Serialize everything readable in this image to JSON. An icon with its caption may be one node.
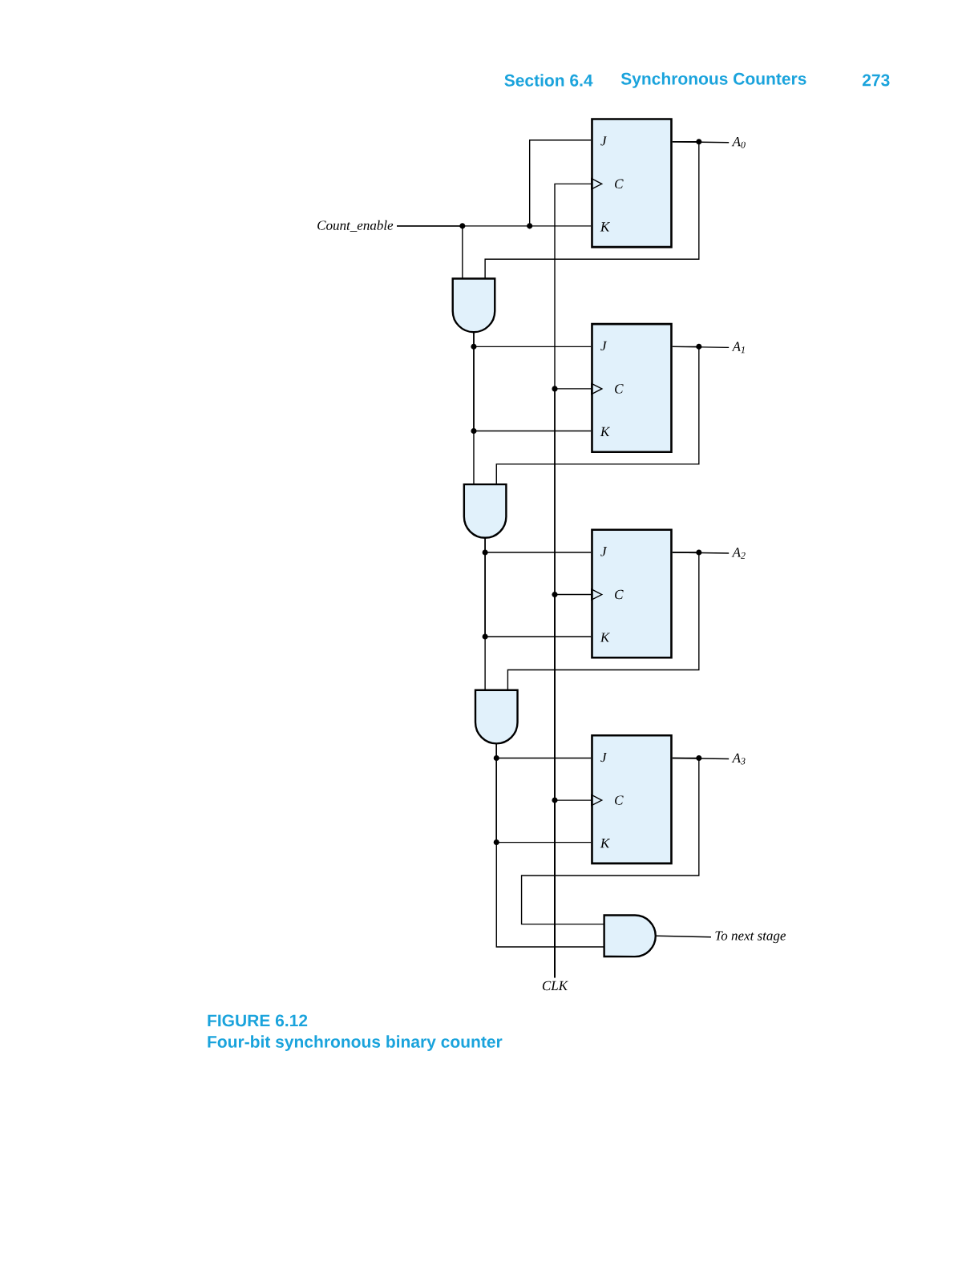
{
  "diagram": {
    "caption": "Four-bit synchronous binary counter",
    "nodes": [
      {
        "text": [
          "Count_enable"
        ]
      },
      {
        "text": [
          "J",
          "C",
          "K"
        ]
      },
      {
        "text": [
          "A$_{0}$"
        ]
      },
      {
        "text": [],
        "shape": "gate"
      },
      {
        "text": [
          "J",
          "C",
          "K"
        ]
      },
      {
        "text": [
          "A$_{1}$"
        ]
      },
      {
        "text": [],
        "shape": "gate"
      },
      {
        "text": [
          "J",
          "C",
          "K"
        ]
      },
      {
        "text": [
          "A$_{2}$"
        ]
      },
      {
        "text": [],
        "shape": "gate"
      },
      {
        "text": [
          "J",
          "C",
          "K"
        ]
      },
      {
        "text": [
          "A$_{3}$"
        ]
      },
      {
        "text": [],
        "shape": "gate"
      },
      {
        "text": [
          "To next stage"
        ]
      },
      {
        "text": [
          "CLK"
        ]
      }
    ],
    "edges": [
      {
        "from": 0,
        "to": 1,
        "arrow": "none"
      },
      {
        "from": 0,
        "to": 3,
        "arrow": "none"
      },
      {
        "from": 1,
        "to": 2,
        "arrow": "none"
      },
      {
        "from": 1,
        "to": 3,
        "arrow": "none"
      },
      {
        "from": 3,
        "to": 4,
        "arrow": "none"
      },
      {
        "from": 3,
        "to": 6,
        "arrow": "none"
      },
      {
        "from": 4,
        "to": 5,
        "arrow": "none"
      },
      {
        "from": 4,
        "to": 6,
        "arrow": "none"
      },
      {
        "from": 6,
        "to": 7,
        "arrow": "none"
      },
      {
        "from": 6,
        "to": 9,
        "arrow": "none"
      },
      {
        "from": 7,
        "to": 8,
        "arrow": "none"
      },
      {
        "from": 7,
        "to": 9,
        "arrow": "none"
      },
      {
        "from": 9,
        "to": 10,
        "arrow": "none"
      },
      {
        "from": 9,
        "to": 12,
        "arrow": "none"
      },
      {
        "from": 10,
        "to": 11,
        "arrow": "none"
      },
      {
        "from": 10,
        "to": 12,
        "arrow": "none"
      },
      {
        "from": 12,
        "to": 13,
        "arrow": "none"
      },
      {
        "from": 14,
        "to": 1,
        "arrow": "to"
      },
      {
        "from": 14,
        "to": 4,
        "arrow": "to"
      },
      {
        "from": 14,
        "to": 7,
        "arrow": "to"
      },
      {
        "from": 14,
        "to": 10,
        "arrow": "to"
      }
    ],
    "labels": [
      "Section 6.4",
      "Synchronous Counters",
      "273",
      "FIGURE 6.12"
    ]
  }
}
